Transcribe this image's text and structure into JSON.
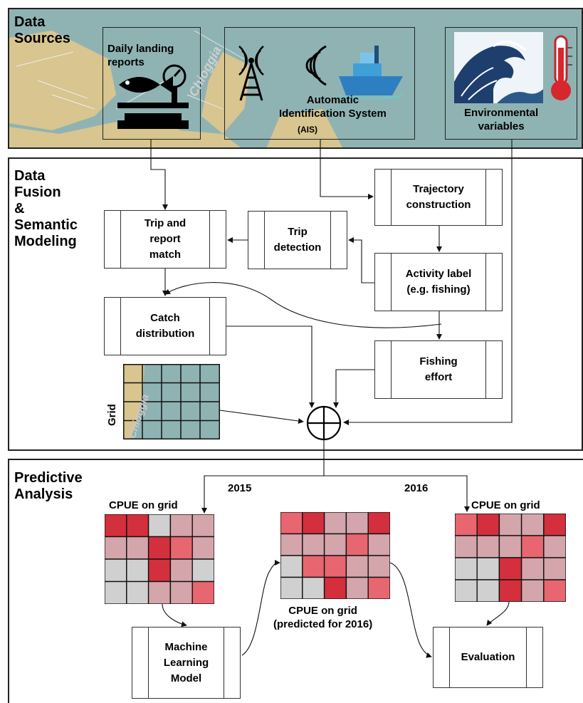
{
  "sections": {
    "data_sources": "Data\nSources",
    "data_fusion": "Data\nFusion\n&\nSemantic\nModeling",
    "predictive": "Predictive\nAnalysis"
  },
  "sources": {
    "landing": "Daily landing\nreports",
    "ais_title": "Automatic\nIdentification System",
    "ais_abbr": "(AIS)",
    "env": "Environmental\nvariables",
    "map_label": "Chioggia"
  },
  "process": {
    "trajectory": "Trajectory\nconstruction",
    "trip_detection": "Trip\ndetection",
    "trip_report": "Trip and\nreport\nmatch",
    "activity": "Activity label\n(e.g. fishing)",
    "catch": "Catch\ndistribution",
    "effort": "Fishing\neffort",
    "grid": "Grid",
    "grid_map_label": "Chioggia"
  },
  "analysis": {
    "year_2015": "2015",
    "year_2016": "2016",
    "cpue_left": "CPUE on grid",
    "cpue_right": "CPUE on grid",
    "cpue_mid": "CPUE on grid\n(predicted for 2016)",
    "ml": "Machine\nLearning\nModel",
    "eval": "Evaluation"
  },
  "colors": {
    "sea": "#8fb3b3",
    "land": "#d8c58f",
    "strong_red": "#d42f3c",
    "mid_red": "#e8666f",
    "light_red": "#d4a5aa",
    "grey": "#d0d0d0"
  },
  "icons": [
    "fish-on-scale-icon",
    "radio-tower-icon",
    "signal-waves-icon",
    "ship-icon",
    "wave-icon",
    "thermometer-icon",
    "circled-plus-icon"
  ],
  "heatmaps": {
    "cpue_2015": [
      [
        "S",
        "S",
        "G",
        "L",
        "L"
      ],
      [
        "L",
        "L",
        "S",
        "M",
        "L"
      ],
      [
        "G",
        "G",
        "S",
        "L",
        "G"
      ],
      [
        "G",
        "G",
        "L",
        "L",
        "M"
      ]
    ],
    "cpue_pred_2016": [
      [
        "M",
        "S",
        "L",
        "L",
        "S"
      ],
      [
        "L",
        "L",
        "L",
        "M",
        "L"
      ],
      [
        "G",
        "M",
        "M",
        "L",
        "L"
      ],
      [
        "G",
        "G",
        "S",
        "L",
        "M"
      ]
    ],
    "cpue_2016": [
      [
        "M",
        "S",
        "L",
        "L",
        "S"
      ],
      [
        "L",
        "L",
        "L",
        "M",
        "L"
      ],
      [
        "G",
        "G",
        "S",
        "L",
        "L"
      ],
      [
        "G",
        "G",
        "S",
        "L",
        "M"
      ]
    ]
  }
}
